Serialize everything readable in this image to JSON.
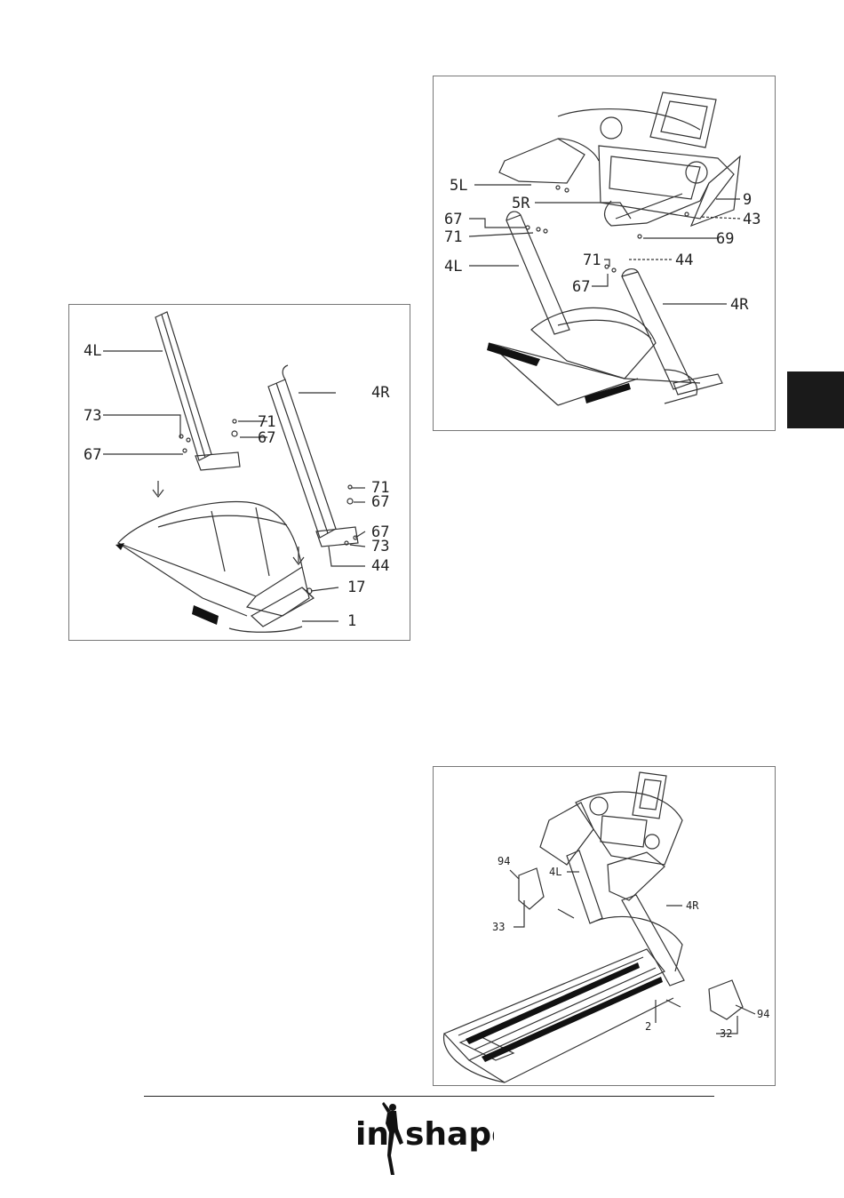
{
  "figures": {
    "fig1": {
      "labels": {
        "upright_left": "4L",
        "upright_right": "4R",
        "l_73": "73",
        "l_67": "67",
        "r_71a": "71",
        "r_67a": "67",
        "rb_71": "71",
        "rb_67a": "67",
        "rb_67b": "67",
        "rb_73": "73",
        "rb_44": "44",
        "cable": "17",
        "base": "1"
      }
    },
    "fig2": {
      "labels": {
        "handle_left": "5L",
        "handle_right": "5R",
        "console": "9",
        "screw_43": "43",
        "l_67": "67",
        "l_71": "71",
        "upright_left": "4L",
        "r_71": "71",
        "r_44": "44",
        "r_67": "67",
        "upright_right": "4R",
        "screw_69": "69"
      }
    },
    "fig3": {
      "labels": {
        "cap_screw_left": "94",
        "upright_left": "4L",
        "cover_left": "33",
        "upright_right": "4R",
        "frame": "2",
        "cover_right": "32",
        "cap_screw_right": "94"
      }
    }
  },
  "footer": {
    "logo_prefix": "in",
    "logo_suffix": "shape"
  }
}
